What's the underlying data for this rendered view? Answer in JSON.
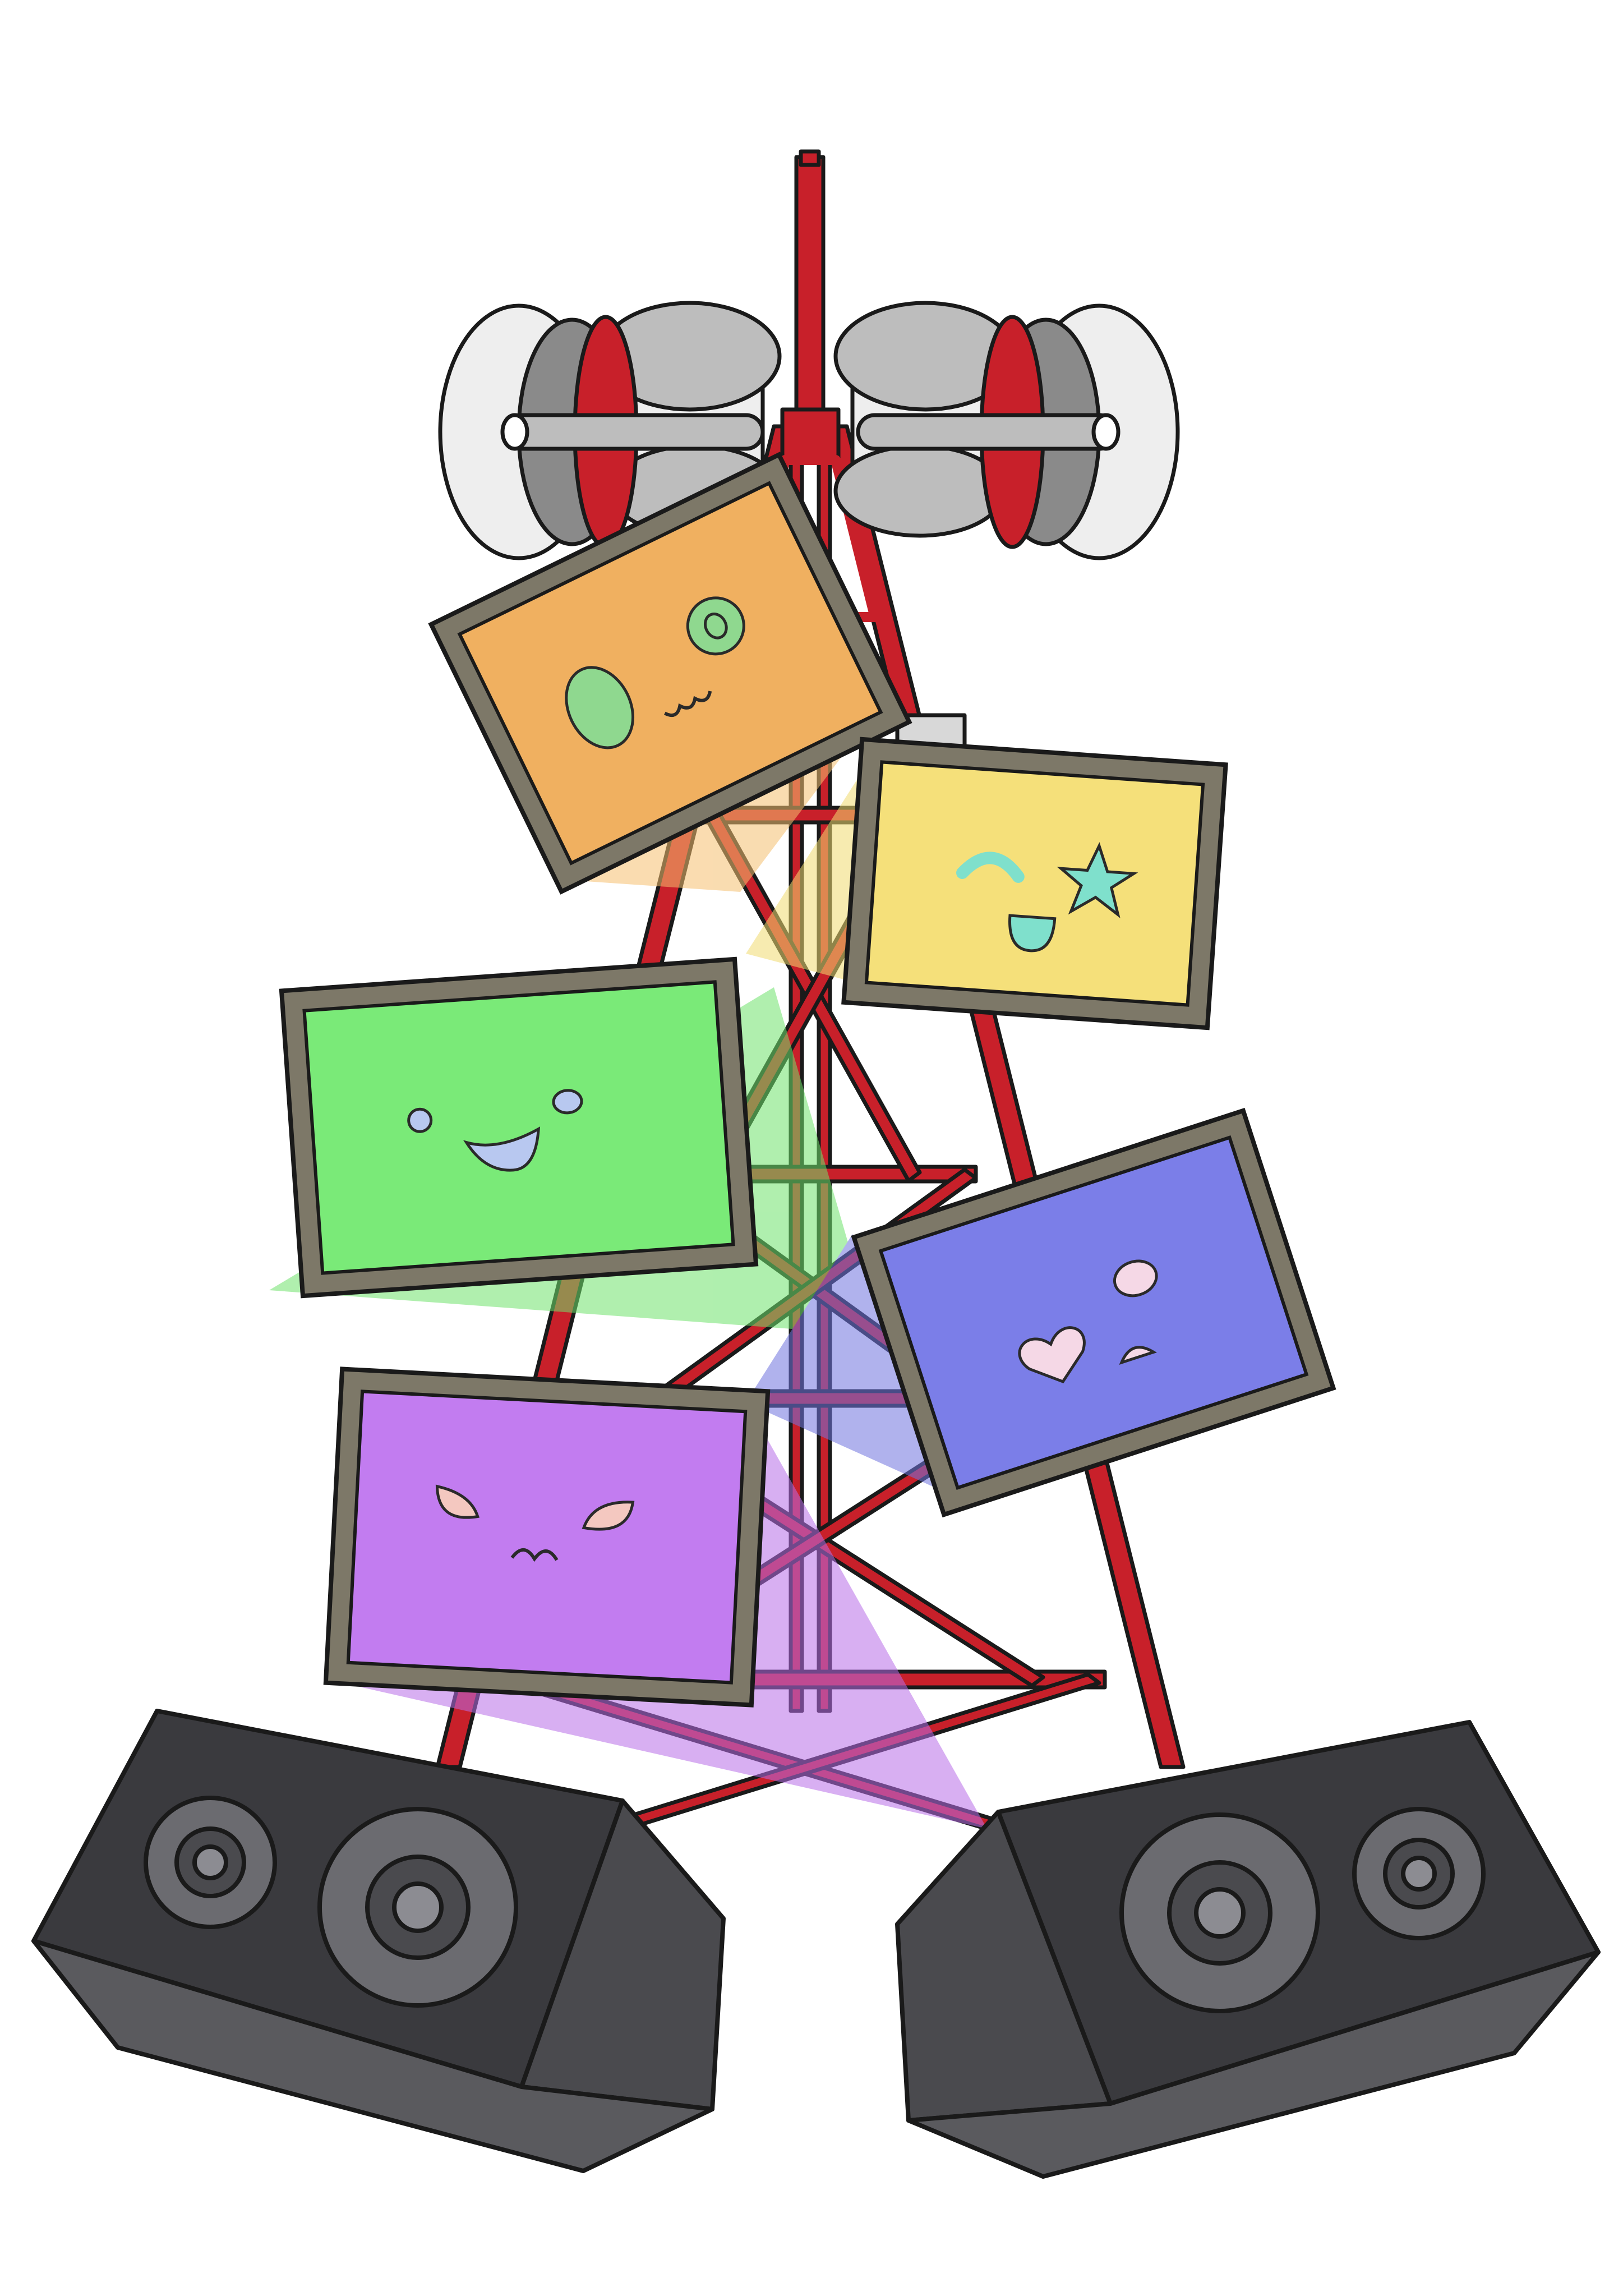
{
  "colors": {
    "background": "#ffffff",
    "tower_red": "#c8202a",
    "tower_dark": "#6e0d12",
    "outline": "#1a1a1a",
    "horn_light": "#eeeeee",
    "horn_mid": "#bdbdbd",
    "horn_dark": "#8a8a8a",
    "frame": "#7d7868",
    "speaker_body": "#4a4a4e",
    "speaker_face": "#3a3a3e",
    "speaker_top": "#5a5a5e",
    "cone": "#6b6b70",
    "cone_center": "#8c8c92"
  },
  "screens": [
    {
      "name": "orange-screen",
      "color": "#f0b060",
      "beam": "#f5c070",
      "face": "surprised",
      "feature_color": "#8fd88f"
    },
    {
      "name": "yellow-screen",
      "color": "#f5e07a",
      "beam": "#f2dc70",
      "face": "wink-star",
      "feature_color": "#7fe0cc"
    },
    {
      "name": "green-screen",
      "color": "#7aea78",
      "beam": "#6fe26c",
      "face": "smile",
      "feature_color": "#b8c8f0"
    },
    {
      "name": "blue-screen",
      "color": "#7b7ee8",
      "beam": "#7175e0",
      "face": "shy-heart",
      "feature_color": "#f5d8e6"
    },
    {
      "name": "purple-screen",
      "color": "#c27cf0",
      "beam": "#b86ee8",
      "face": "angry",
      "feature_color": "#f4c8c0"
    }
  ],
  "speakers": [
    {
      "name": "left-speaker"
    },
    {
      "name": "right-speaker"
    }
  ],
  "horns": [
    {
      "name": "left-megaphone"
    },
    {
      "name": "right-megaphone"
    }
  ]
}
